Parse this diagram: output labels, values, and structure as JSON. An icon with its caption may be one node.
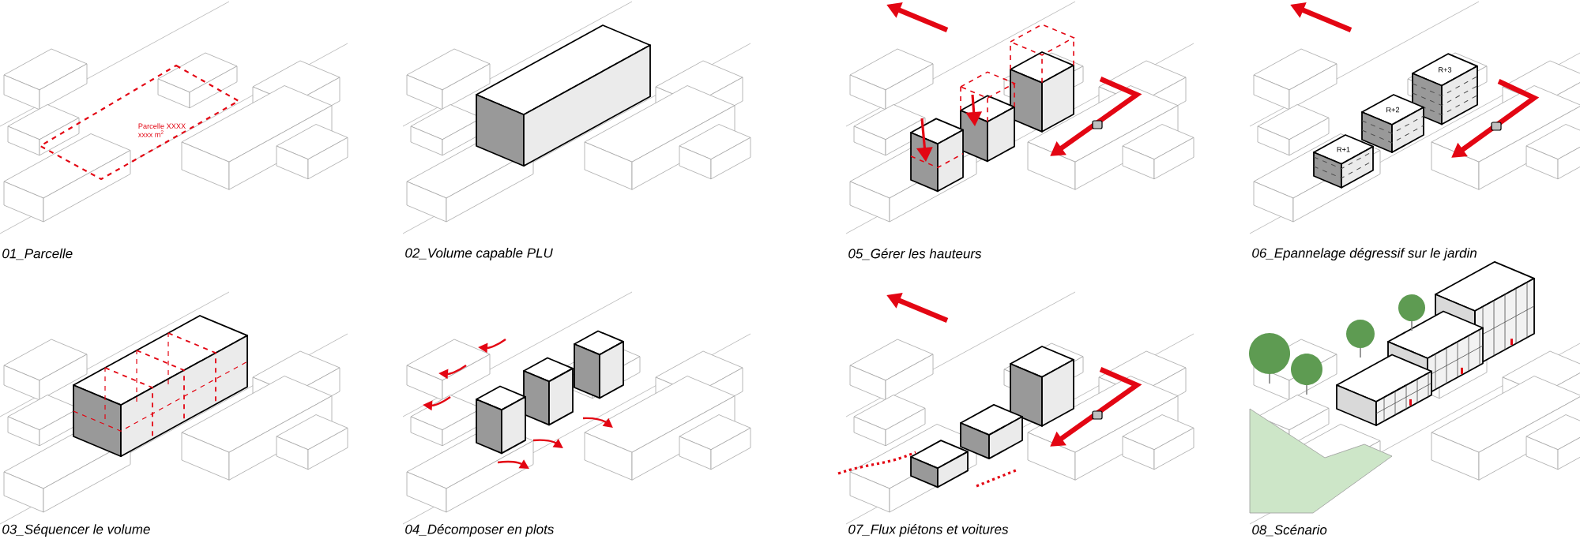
{
  "diagram": {
    "nodes": [
      {
        "text": [
          "Parcelle XXXX",
          "xxxx m$^{2}$"
        ]
      },
      {
        "text": [],
        "shape": "box"
      },
      {
        "text": [],
        "shape": "box"
      },
      {
        "text": [],
        "shape": "box"
      },
      {
        "text": [
          "R+1"
        ]
      },
      {
        "text": [
          "R+2"
        ]
      },
      {
        "text": [
          "R+3"
        ]
      },
      {
        "text": [],
        "shape": "box"
      },
      {
        "text": [],
        "shape": "box"
      },
      {
        "text": [],
        "shape": "box"
      },
      {
        "text": [],
        "shape": "box"
      },
      {
        "text": [],
        "shape": "box"
      },
      {
        "text": [],
        "shape": "box"
      }
    ],
    "labels": [
      "01_Parcelle",
      "02_Volume capable PLU",
      "05_Gérer les hauteurs",
      "06_Epannelage dégressif sur le jardin",
      "03_Séquencer le volume",
      "04_Décomposer en plots",
      "07_Flux piétons et voitures",
      "08_Scénario"
    ]
  }
}
